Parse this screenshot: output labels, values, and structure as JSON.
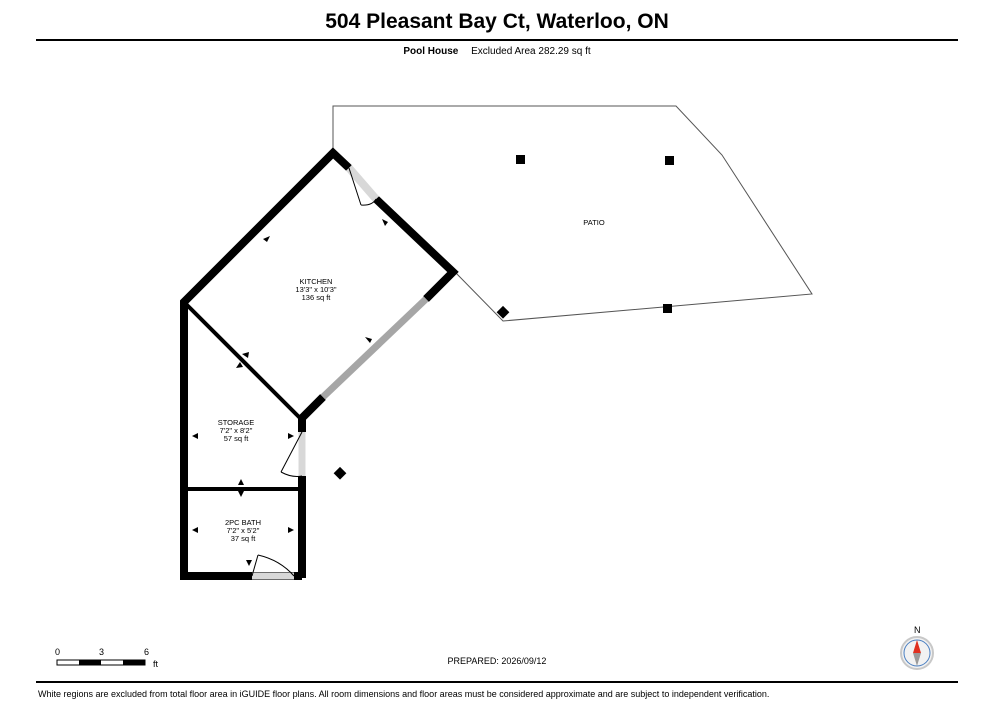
{
  "header": {
    "title": "504 Pleasant Bay Ct, Waterloo, ON",
    "building": "Pool House",
    "excluded_area": "Excluded Area 282.29 sq ft"
  },
  "rooms": [
    {
      "name": "KITCHEN",
      "dims": "13'3\" x 10'3\"",
      "area": "136 sq ft"
    },
    {
      "name": "STORAGE",
      "dims": "7'2\" x 8'2\"",
      "area": "57 sq ft"
    },
    {
      "name": "2PC BATH",
      "dims": "7'2\" x 5'2\"",
      "area": "37 sq ft"
    }
  ],
  "exterior": {
    "patio_label": "PATIO"
  },
  "scale": {
    "labels": [
      "0",
      "3",
      "6"
    ],
    "unit": "ft"
  },
  "compass": {
    "label": "N"
  },
  "prepared": "PREPARED: 2026/09/12",
  "footer": {
    "disclaimer": "White regions are excluded from total floor area in iGUIDE floor plans. All room dimensions and floor areas must be considered approximate and are subject to independent verification."
  },
  "colors": {
    "wall": "#000000",
    "window": "#a6a6a6",
    "door": "#d8d8d8",
    "compass_needle": "#e03020",
    "compass_ring": "#4a7fc1"
  }
}
